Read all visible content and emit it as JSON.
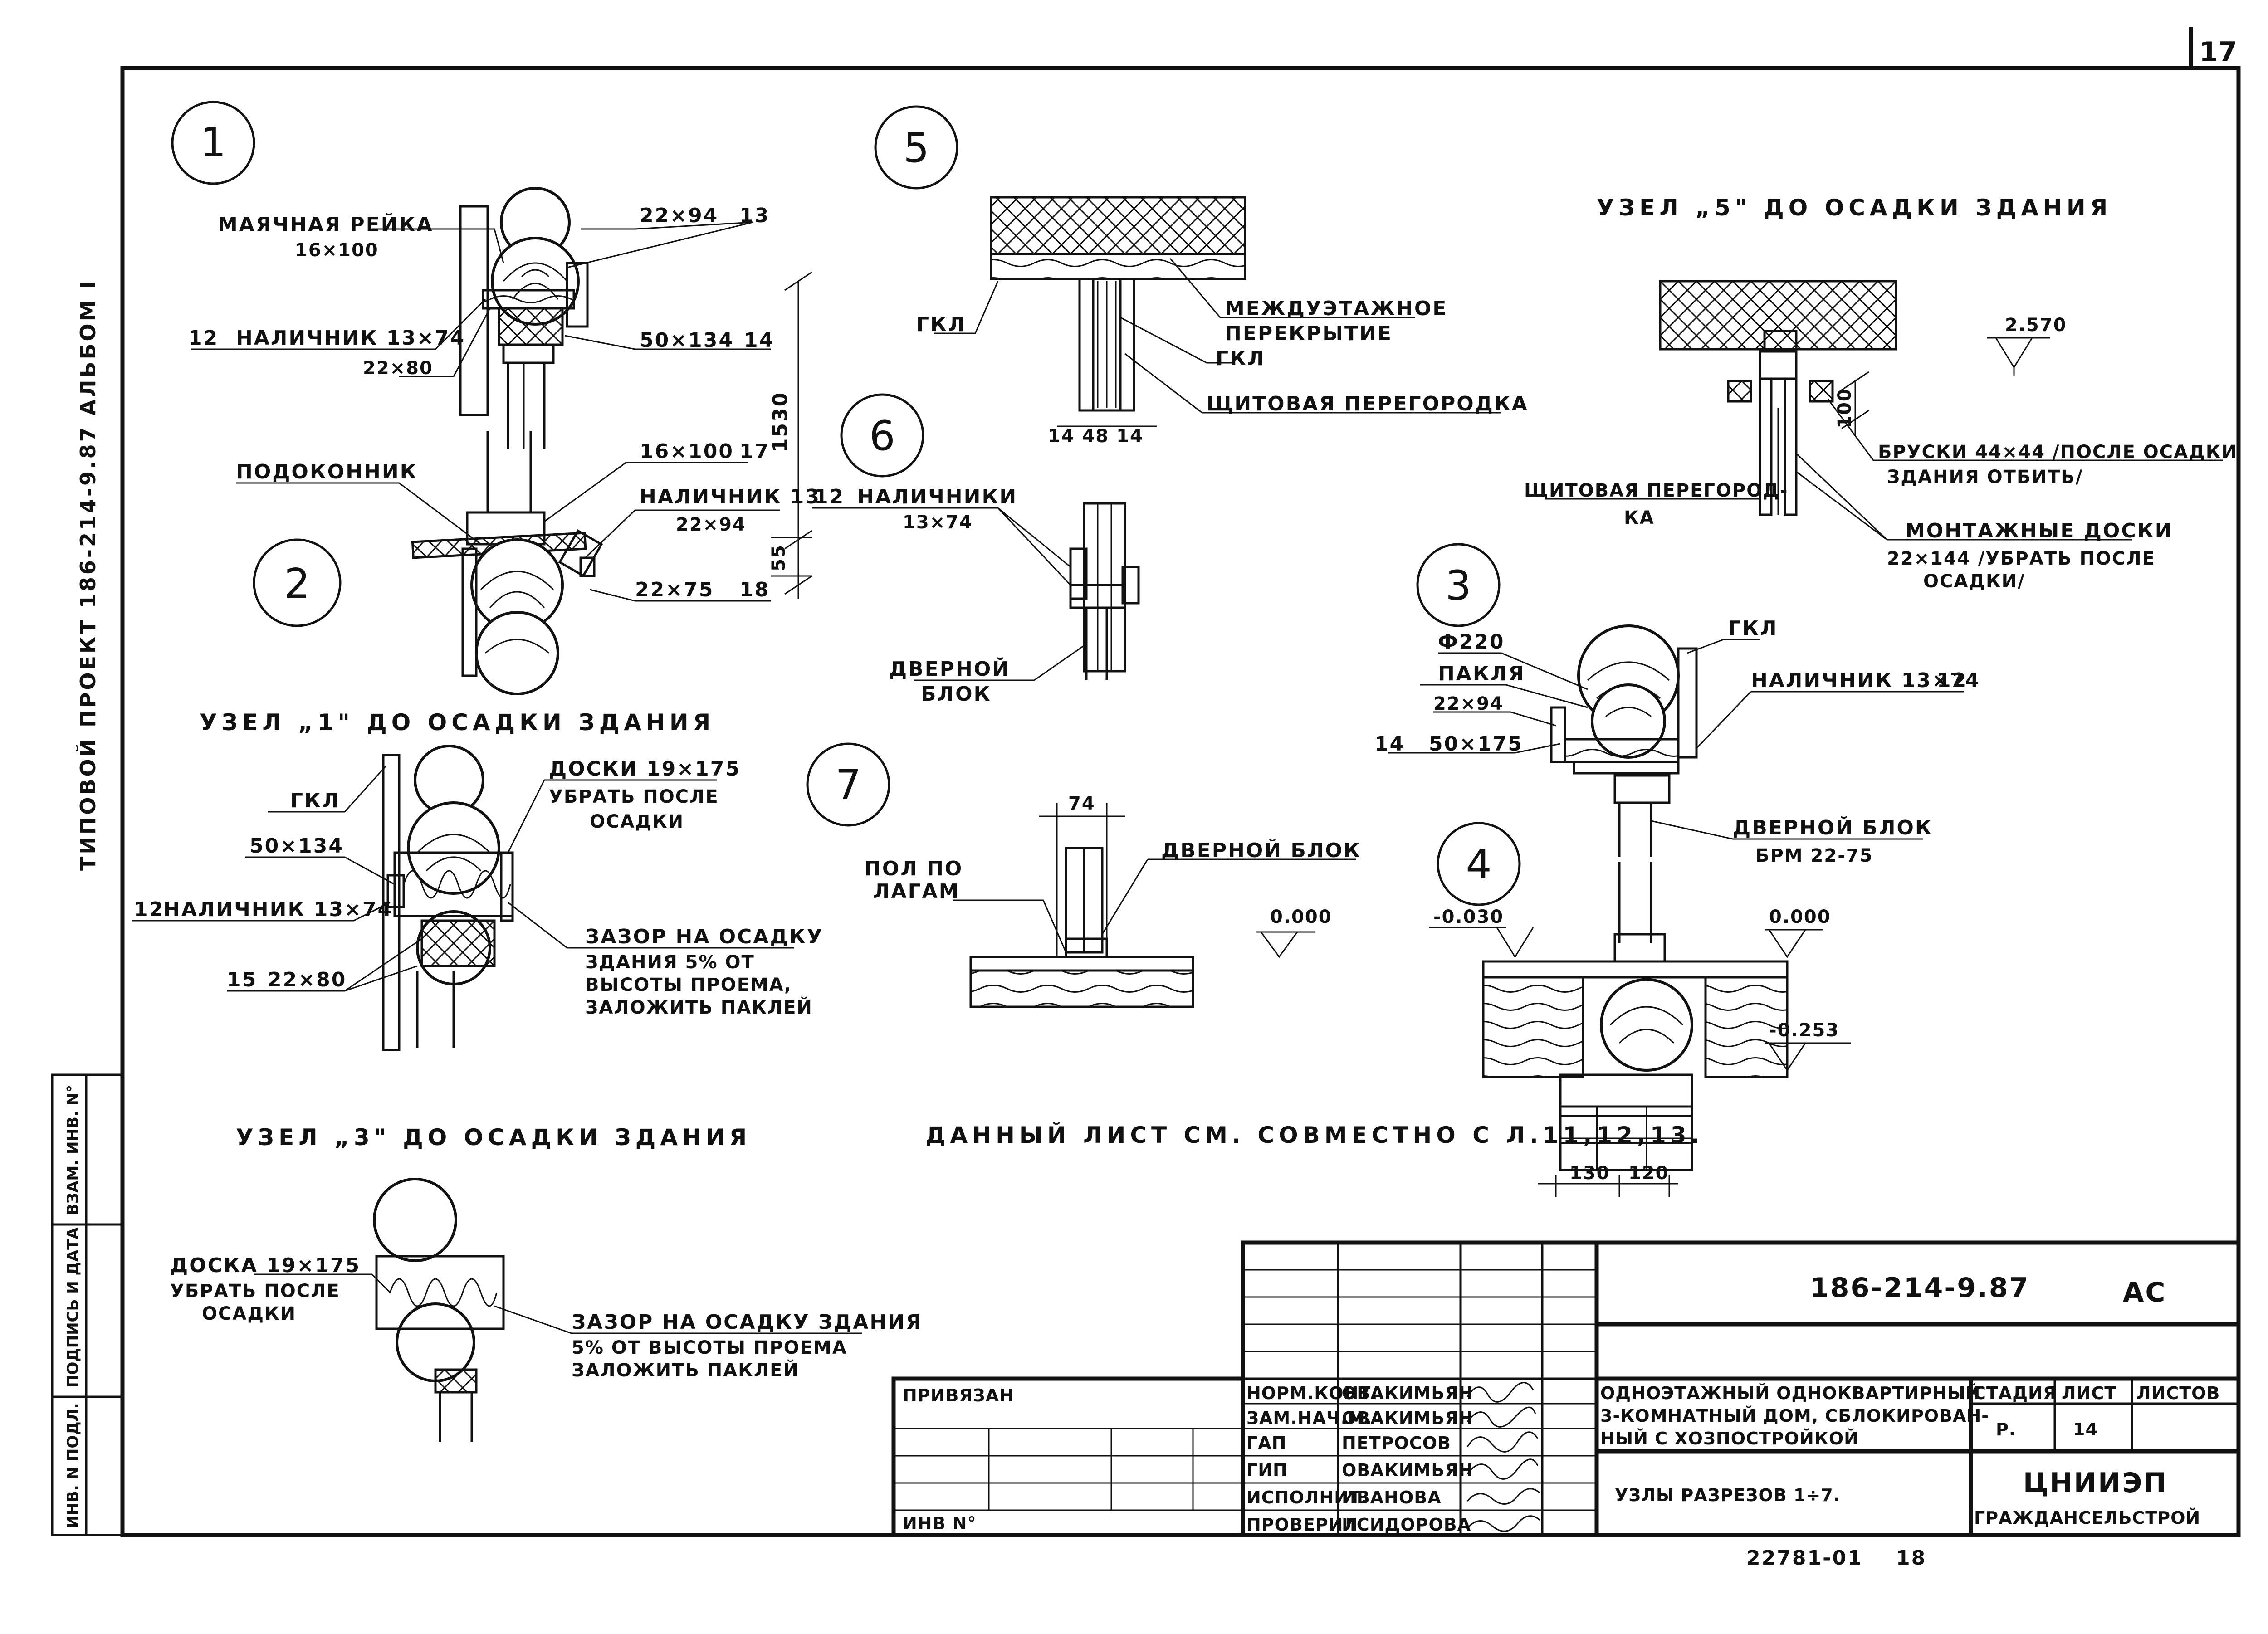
{
  "sheet": {
    "sheet_number": "17",
    "side_title": "ТИПОВОЙ ПРОЕКТ 186-214-9.87 АЛЬБОМ I",
    "side_stamp_cols": [
      "ИНВ. N ПОДЛ.",
      "ПОДПИСЬ И ДАТА",
      "ВЗАМ. ИНВ. N°"
    ],
    "note": "ДАННЫЙ ЛИСТ СМ. СОВМЕСТНО С Л.11,12,13.",
    "bottom_code": "22781-01",
    "bottom_page": "18"
  },
  "node1": {
    "num": "1",
    "title": "УЗЕЛ „1\" ДО ОСАДКИ ЗДАНИЯ",
    "labels": {
      "mayak": "МАЯЧНАЯ РЕЙКА",
      "mayak_size": "16×100",
      "top_right": "22×94",
      "top_right_num": "13",
      "nalichnik": "НАЛИЧНИК 13×74",
      "nalichnik_num": "12",
      "size_22x80": "22×80",
      "size_50x134": "50×134",
      "size_50x134_num": "14",
      "height": "1530"
    }
  },
  "node2": {
    "num": "2",
    "labels": {
      "podokonnik": "ПОДОКОННИК",
      "s16x100": "16×100",
      "s16x100_num": "17",
      "nalichnik": "НАЛИЧНИК 13",
      "s22x94": "22×94",
      "s22x75": "22×75",
      "s22x75_num": "18",
      "dim55": "55"
    }
  },
  "node3": {
    "num": "3",
    "title": "УЗЕЛ „3\" ДО ОСАДКИ ЗДАНИЯ",
    "labels": {
      "diam": "Ф220",
      "paklya": "ПАКЛЯ",
      "s22x94": "22×94",
      "s50x175": "50×175",
      "s50x175_num": "14",
      "gkl": "ГКЛ",
      "nalichnik": "НАЛИЧНИК 13×74",
      "nalichnik_num": "12",
      "door": "ДВЕРНОЙ БЛОК",
      "door_mark": "БРМ 22-75"
    }
  },
  "node3_before": {
    "labels": {
      "gkl": "ГКЛ",
      "s50x134": "50×134",
      "nalichnik": "НАЛИЧНИК 13×74",
      "nalichnik_num": "12",
      "s22x80": "22×80",
      "s22x80_num": "15",
      "doski": "ДОСКИ 19×175",
      "doski_note1": "УБРАТЬ ПОСЛЕ",
      "doski_note2": "ОСАДКИ",
      "gap1": "ЗАЗОР НА ОСАДКУ",
      "gap2": "ЗДАНИЯ 5% ОТ",
      "gap3": "ВЫСОТЫ ПРОЕМА,",
      "gap4": "ЗАЛОЖИТЬ ПАКЛЕЙ"
    }
  },
  "node3_lower": {
    "labels": {
      "doska": "ДОСКА 19×175",
      "doska_note1": "УБРАТЬ ПОСЛЕ",
      "doska_note2": "ОСАДКИ",
      "gap1": "ЗАЗОР НА ОСАДКУ ЗДАНИЯ",
      "gap2": "5% ОТ ВЫСОТЫ ПРОЕМА",
      "gap3": "ЗАЛОЖИТЬ ПАКЛЕЙ"
    }
  },
  "node4": {
    "num": "4",
    "labels": {
      "lvl_m030": "-0.030",
      "lvl_000": "0.000",
      "lvl_m253": "-0.253",
      "d130": "130",
      "d120": "120"
    }
  },
  "node5": {
    "num": "5",
    "title": "УЗЕЛ „5\" ДО ОСАДКИ ЗДАНИЯ",
    "labels": {
      "gkl_left": "ГКЛ",
      "perekr1": "МЕЖДУЭТАЖНОЕ",
      "perekr2": "ПЕРЕКРЫТИЕ",
      "gkl_right": "ГКЛ",
      "dims": "14 48 14",
      "partition": "ЩИТОВАЯ ПЕРЕГОРОДКА"
    }
  },
  "node5_before": {
    "labels": {
      "level": "2.570",
      "dim100": "100",
      "bruski1": "БРУСКИ 44×44 /ПОСЛЕ ОСАДКИ",
      "bruski2": "ЗДАНИЯ ОТБИТЬ/",
      "part1": "ЩИТОВАЯ ПЕРЕГОРОД-",
      "part2": "КА",
      "montage1": "МОНТАЖНЫЕ ДОСКИ",
      "montage2": "22×144 /УБРАТЬ ПОСЛЕ",
      "montage3": "ОСАДКИ/"
    }
  },
  "node6": {
    "num": "6",
    "labels": {
      "nalichniki": "НАЛИЧНИКИ",
      "nalichniki_num": "12",
      "size": "13×74",
      "door1": "ДВЕРНОЙ",
      "door2": "БЛОК"
    }
  },
  "node7": {
    "num": "7",
    "labels": {
      "dim74": "74",
      "floor1": "ПОЛ ПО",
      "floor2": "ЛАГАМ",
      "door": "ДВЕРНОЙ БЛОК",
      "level": "0.000"
    }
  },
  "stamp": {
    "code": "186-214-9.87",
    "mark": "АС",
    "privyazan": "ПРИВЯЗАН",
    "inv": "ИНВ N°",
    "roles": [
      "НОРМ.КОНТ.",
      "ЗАМ.НАЧ.М.",
      "ГАП",
      "ГИП",
      "ИСПОЛНИТ.",
      "ПРОВЕРИЛ"
    ],
    "names": [
      "ОВАКИМЬЯН",
      "ОВАКИМЬЯН",
      "ПЕТРОСОВ",
      "ОВАКИМЬЯН",
      "ИВАНОВА",
      "ИСИДОРОВА"
    ],
    "project1": "ОДНОЭТАЖНЫЙ ОДНОКВАРТИРНЫЙ",
    "project2": "3-КОМНАТНЫЙ ДОМ, СБЛОКИРОВАН-",
    "project3": "НЫЙ С ХОЗПОСТРОЙКОЙ",
    "sheet_title": "УЗЛЫ РАЗРЕЗОВ 1÷7.",
    "stage_h": "СТАДИЯ",
    "list_h": "ЛИСТ",
    "lists_h": "ЛИСТОВ",
    "stage": "Р.",
    "list": "14",
    "org1": "ЦНИИЭП",
    "org2": "ГРАЖДАНСЕЛЬСТРОЙ"
  }
}
